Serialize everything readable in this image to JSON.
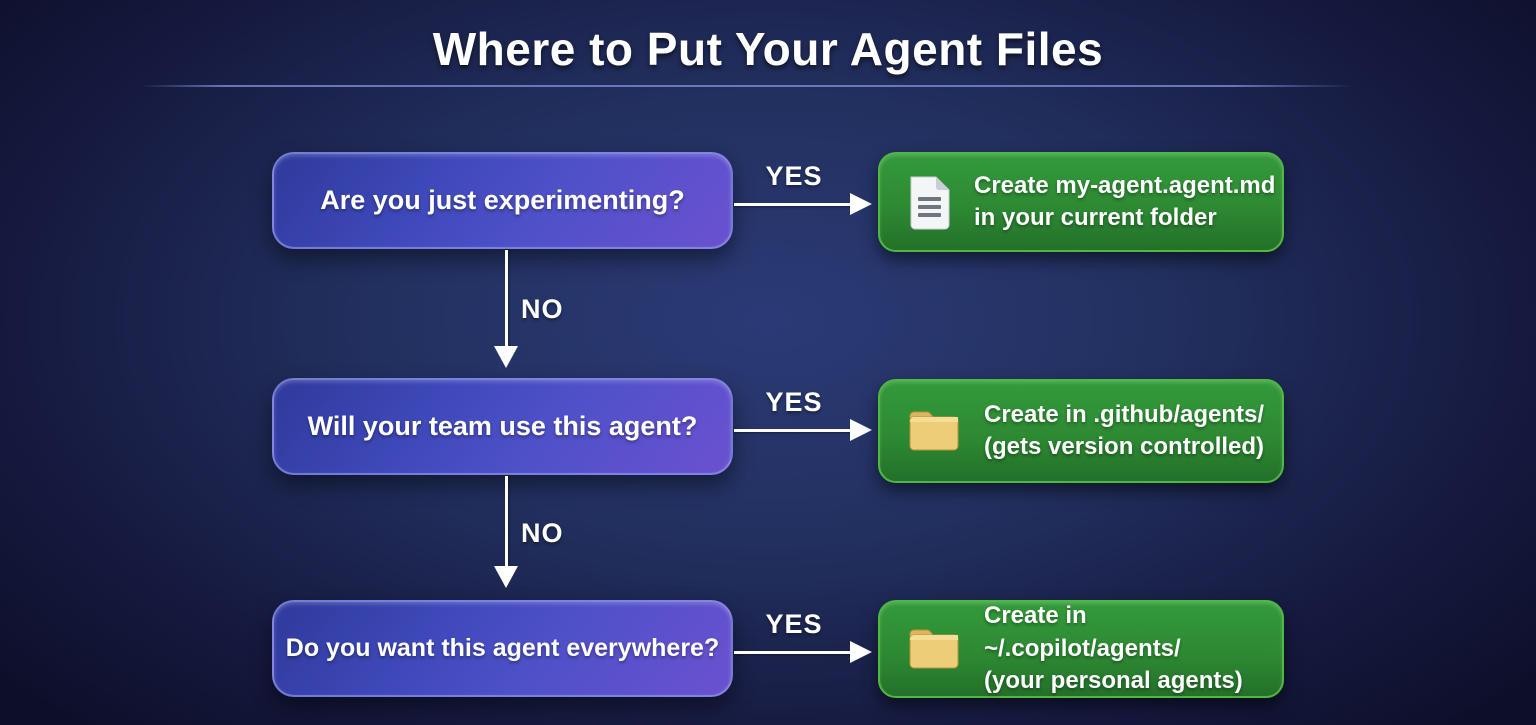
{
  "title": "Where to Put Your Agent Files",
  "colors": {
    "background_center": "#27356e",
    "background_edge": "#0d0f2a",
    "question_box_gradient_start": "#2e3a9b",
    "question_box_gradient_end": "#6b51d0",
    "question_box_border": "#949ef0",
    "result_box_fill": "#2d8a33",
    "result_box_border": "#4eb93f",
    "text": "#ffffff",
    "divider": "#7684cd",
    "folder_icon": "#e9c96f",
    "document_icon": "#f4f5f7"
  },
  "flow": {
    "rows": [
      {
        "question": "Are you just experimenting?",
        "yes_label": "YES",
        "no_label": "NO",
        "icon": "document-icon",
        "result_line1": "Create my-agent.agent.md",
        "result_line2": "in your current folder"
      },
      {
        "question": "Will your team use this agent?",
        "yes_label": "YES",
        "no_label": "NO",
        "icon": "folder-icon",
        "result_line1": "Create in .github/agents/",
        "result_line2": "(gets version controlled)"
      },
      {
        "question": "Do you want this agent everywhere?",
        "yes_label": "YES",
        "icon": "folder-icon",
        "result_line1": "Create in ~/.copilot/agents/",
        "result_line2": "(your personal agents)"
      }
    ]
  }
}
